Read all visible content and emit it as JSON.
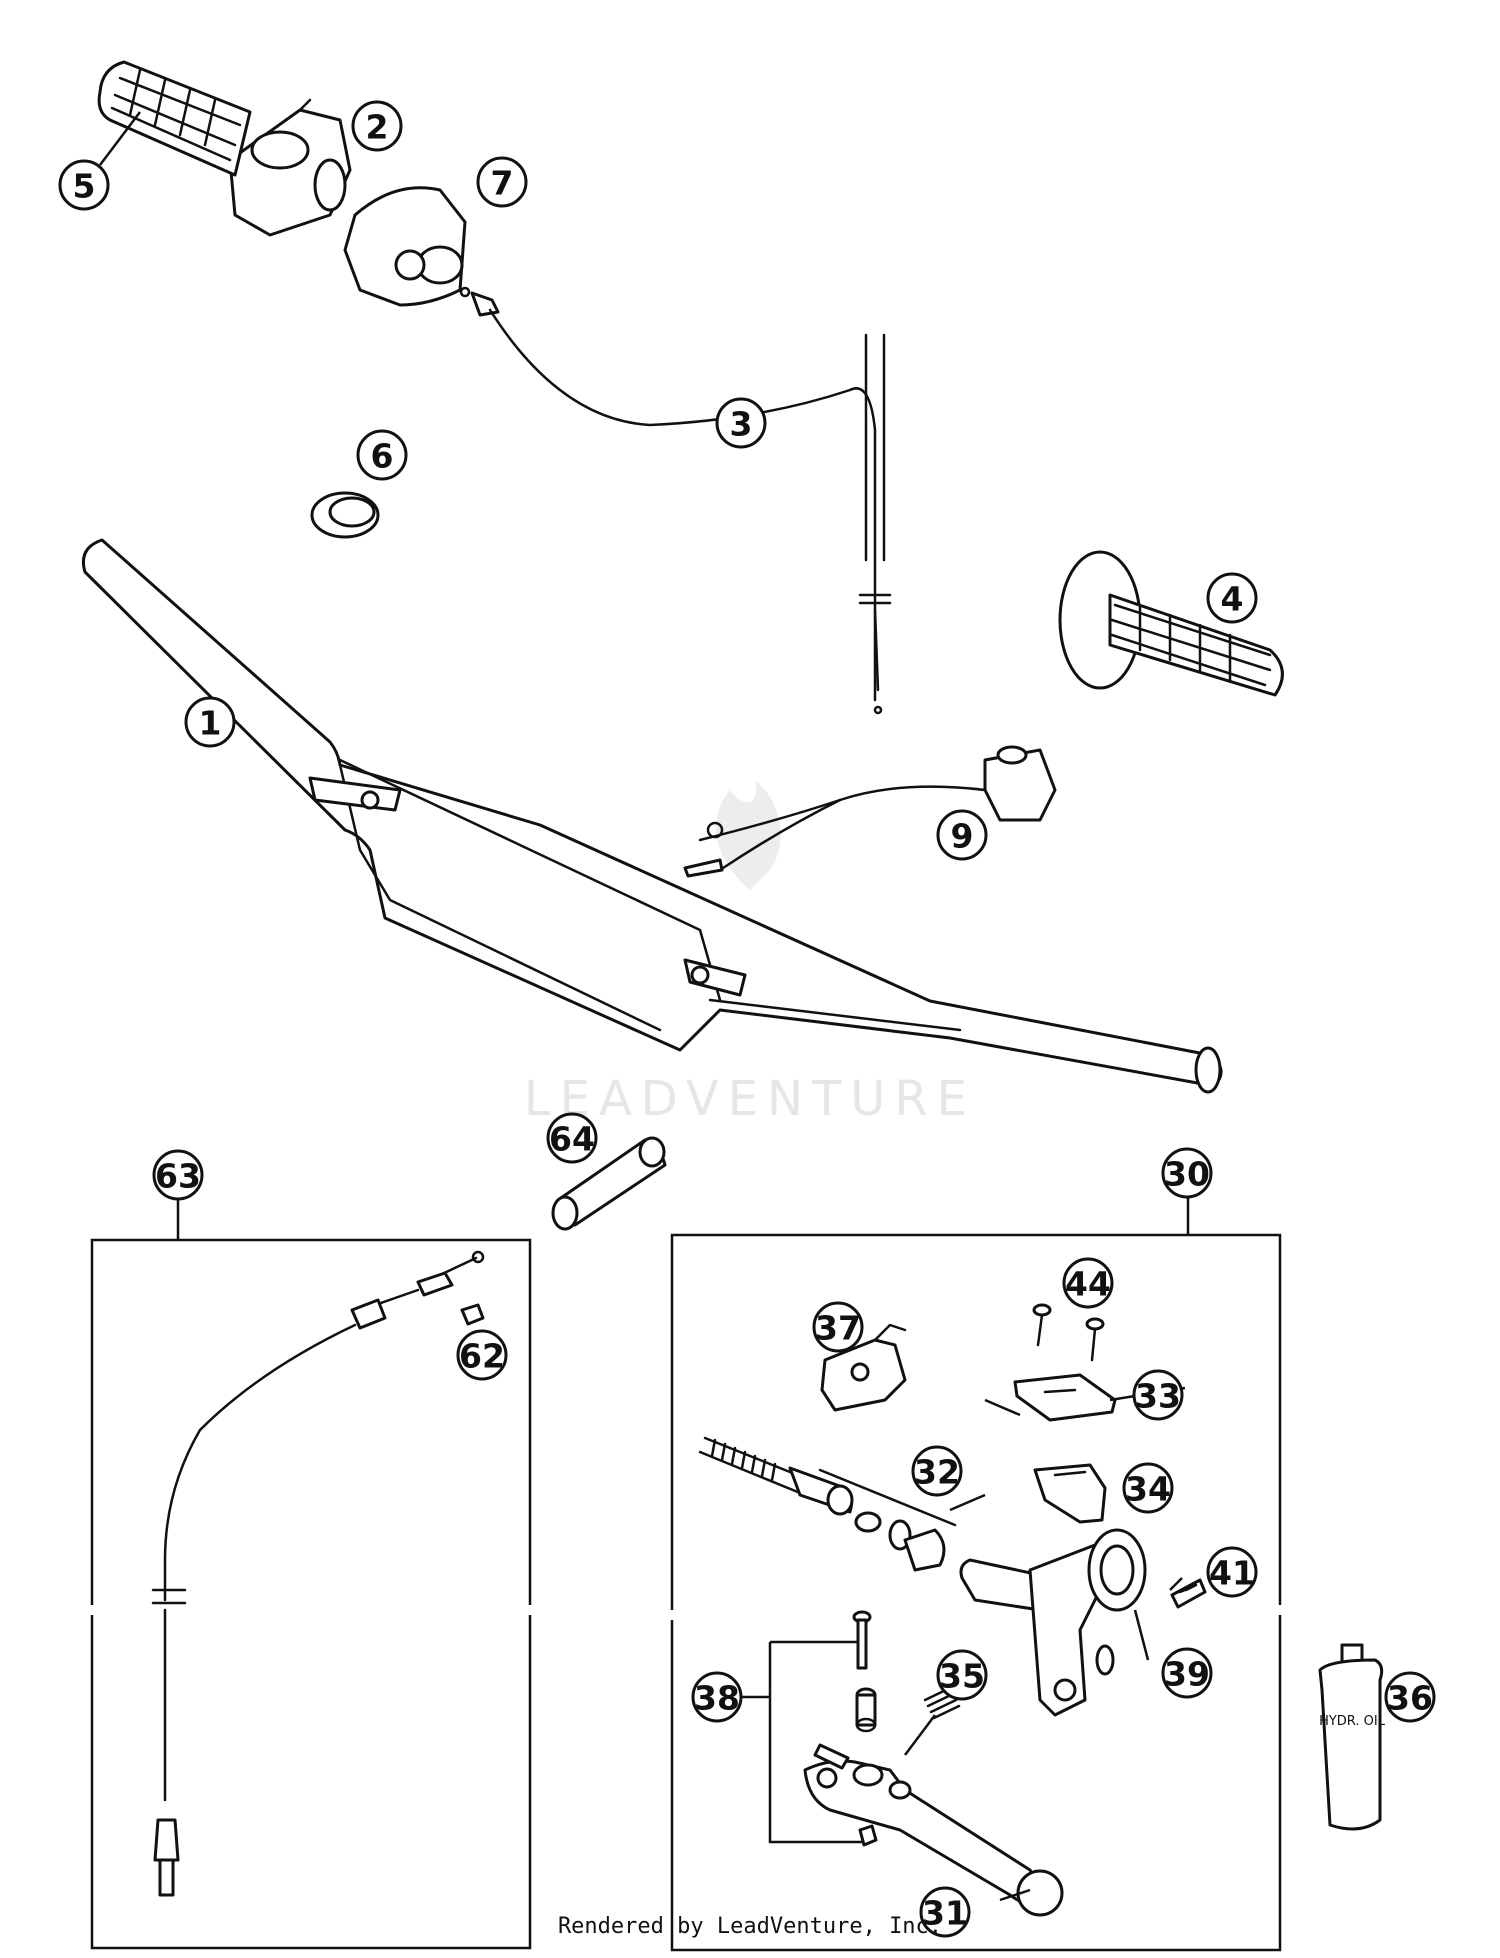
{
  "watermark": "LEADVENTURE",
  "footer_text": "Rendered by LeadVenture, Inc.",
  "bottle_label": "HYDR. OIL",
  "callouts": {
    "c1": "1",
    "c2": "2",
    "c3": "3",
    "c4": "4",
    "c5": "5",
    "c6": "6",
    "c7": "7",
    "c9": "9",
    "c30": "30",
    "c31": "31",
    "c32": "32",
    "c33": "33",
    "c34": "34",
    "c35": "35",
    "c36": "36",
    "c37": "37",
    "c38": "38",
    "c39": "39",
    "c41": "41",
    "c44": "44",
    "c62": "62",
    "c63": "63",
    "c64": "64"
  }
}
